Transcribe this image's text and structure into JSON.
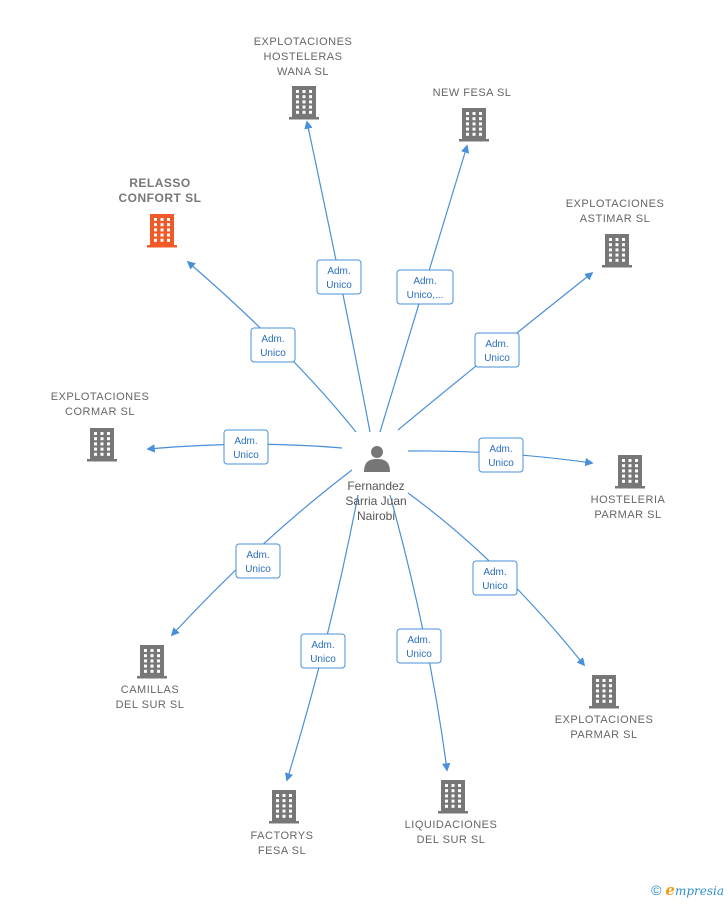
{
  "center": {
    "label_lines": [
      "Fernandez",
      "Sarria Juan",
      "Nairobi"
    ],
    "icon": "person-icon"
  },
  "colors": {
    "edge": "#4a90d9",
    "company": "#777777",
    "highlight": "#f05a28",
    "edge_label_border": "#4a90d9"
  },
  "companies": [
    {
      "id": "explotaciones-hosteleras-wana",
      "label_lines": [
        "EXPLOTACIONES",
        "HOSTELERAS",
        "WANA  SL"
      ],
      "highlight": false,
      "edge_label": [
        "Adm.",
        "Unico"
      ]
    },
    {
      "id": "new-fesa",
      "label_lines": [
        "NEW FESA  SL"
      ],
      "highlight": false,
      "edge_label": [
        "Adm.",
        "Unico,..."
      ]
    },
    {
      "id": "relasso-confort",
      "label_lines": [
        "RELASSO",
        "CONFORT  SL"
      ],
      "highlight": true,
      "edge_label": [
        "Adm.",
        "Unico"
      ]
    },
    {
      "id": "explotaciones-astimar",
      "label_lines": [
        "EXPLOTACIONES",
        "ASTIMAR  SL"
      ],
      "highlight": false,
      "edge_label": [
        "Adm.",
        "Unico"
      ]
    },
    {
      "id": "explotaciones-cormar",
      "label_lines": [
        "EXPLOTACIONES",
        "CORMAR  SL"
      ],
      "highlight": false,
      "edge_label": [
        "Adm.",
        "Unico"
      ]
    },
    {
      "id": "hosteleria-parmar",
      "label_lines": [
        "HOSTELERIA",
        "PARMAR  SL"
      ],
      "highlight": false,
      "edge_label": [
        "Adm.",
        "Unico"
      ]
    },
    {
      "id": "camillas-del-sur",
      "label_lines": [
        "CAMILLAS",
        "DEL SUR  SL"
      ],
      "highlight": false,
      "edge_label": [
        "Adm.",
        "Unico"
      ]
    },
    {
      "id": "explotaciones-parmar",
      "label_lines": [
        "EXPLOTACIONES",
        "PARMAR  SL"
      ],
      "highlight": false,
      "edge_label": [
        "Adm.",
        "Unico"
      ]
    },
    {
      "id": "factorys-fesa",
      "label_lines": [
        "FACTORYS",
        "FESA SL"
      ],
      "highlight": false,
      "edge_label": [
        "Adm.",
        "Unico"
      ]
    },
    {
      "id": "liquidaciones-del-sur",
      "label_lines": [
        "LIQUIDACIONES",
        "DEL SUR SL"
      ],
      "highlight": false,
      "edge_label": [
        "Adm.",
        "Unico"
      ]
    }
  ],
  "footer": {
    "copyright_symbol": "©",
    "brand_initial": "e",
    "brand_rest": "mpresia"
  }
}
